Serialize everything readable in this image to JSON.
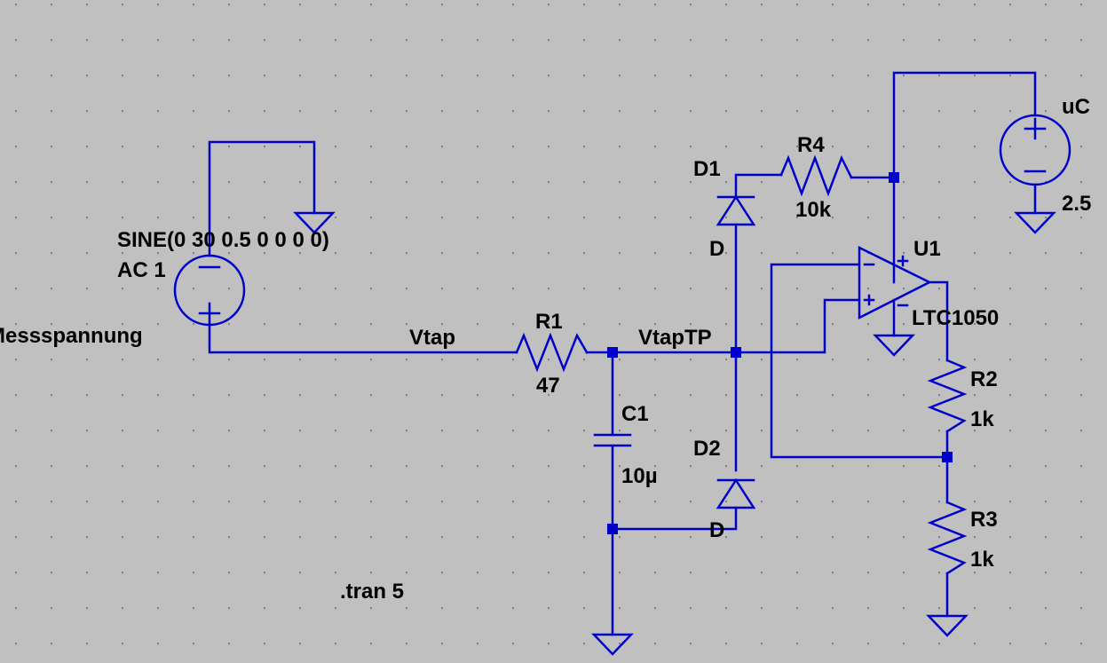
{
  "colors": {
    "background": "#c0c0c0",
    "wire": "#0000cc",
    "text": "#000000",
    "grid_dot": "#808080"
  },
  "source_messspannung": {
    "name": "Messspannung",
    "value_line1": "SINE(0 30 0.5 0 0 0 0)",
    "value_line2": "AC 1"
  },
  "source_uc": {
    "name": "uC",
    "value": "2.5"
  },
  "resistors": {
    "r1": {
      "name": "R1",
      "value": "47"
    },
    "r2": {
      "name": "R2",
      "value": "1k"
    },
    "r3": {
      "name": "R3",
      "value": "1k"
    },
    "r4": {
      "name": "R4",
      "value": "10k"
    }
  },
  "capacitor_c1": {
    "name": "C1",
    "value": "10µ"
  },
  "diodes": {
    "d1": {
      "name": "D1",
      "model": "D"
    },
    "d2": {
      "name": "D2",
      "model": "D"
    }
  },
  "opamp_u1": {
    "name": "U1",
    "model": "LTC1050"
  },
  "nets": {
    "vtap": "Vtap",
    "vtaptp": "VtapTP"
  },
  "directive": ".tran 5"
}
